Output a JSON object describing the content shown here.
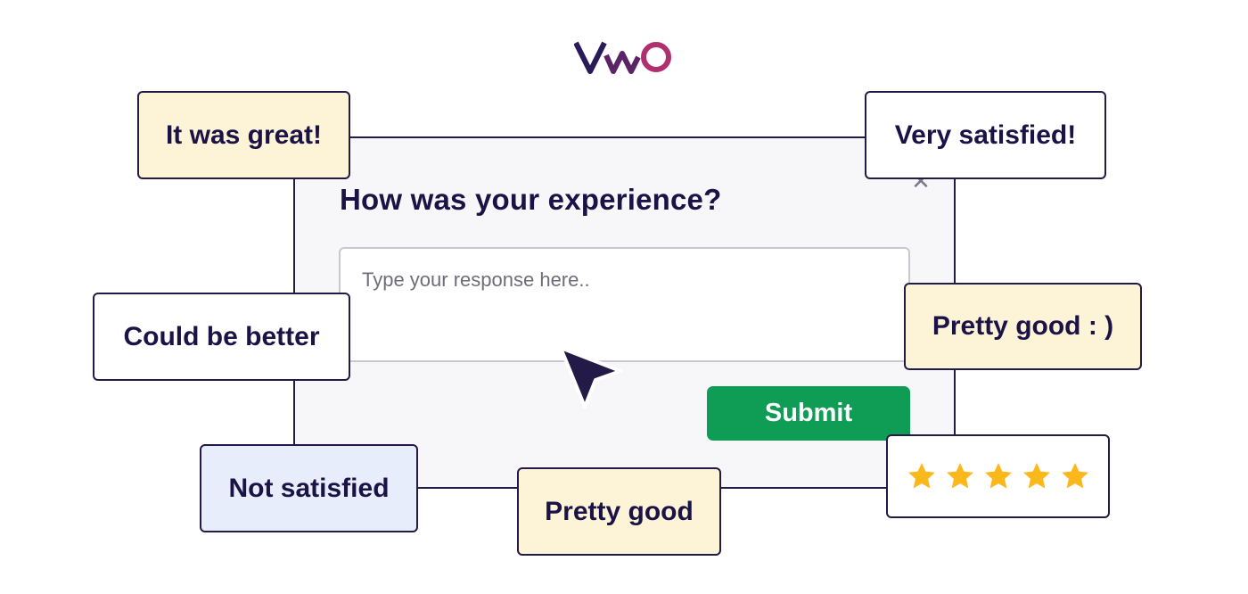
{
  "brand": {
    "logo_text": "VWO",
    "colors": {
      "purple": "#2b1a58",
      "magenta": "#b0306f"
    }
  },
  "survey": {
    "question": "How was your experience?",
    "response_placeholder": "Type your response here..",
    "submit_label": "Submit",
    "close_icon": "close-icon",
    "submit_color": "#0f9d55"
  },
  "feedback_cards": {
    "great": "It was great!",
    "very_satisfied": "Very satisfied!",
    "could_be_better": "Could be better",
    "pretty_good_smiley": "Pretty good : )",
    "not_satisfied": "Not satisfied",
    "pretty_good": "Pretty good",
    "rating_stars": 5,
    "star_color": "#fbb81b"
  }
}
